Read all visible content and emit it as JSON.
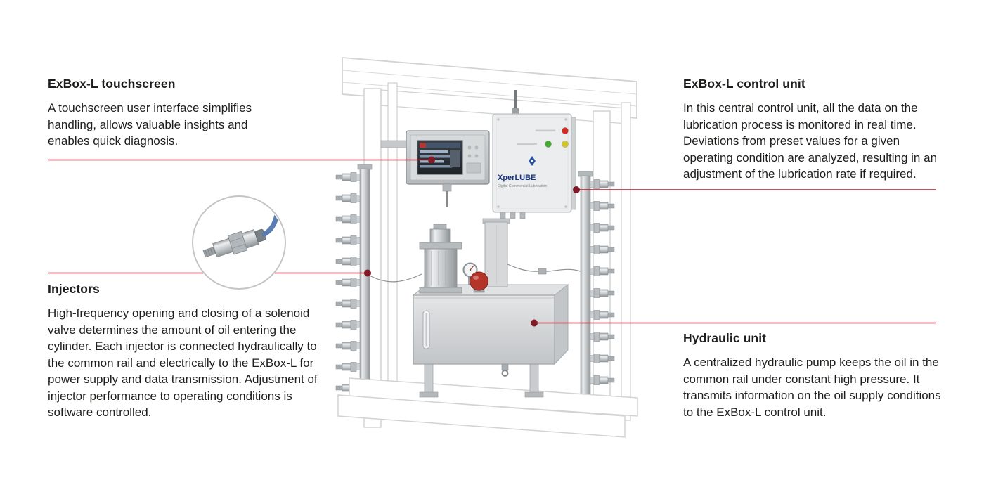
{
  "annotations": {
    "touchscreen": {
      "title": "ExBox-L touchscreen",
      "body": "A touchscreen user interface simplifies handling, allows valuable insights and enables quick diagnosis."
    },
    "control_unit": {
      "title": "ExBox-L control unit",
      "body": "In this central control unit, all the data on the lubrication process is monitored in real time. Deviations from preset values for a given operating condition are analyzed, resulting in an adjustment of the lubrication rate if required."
    },
    "injectors": {
      "title": "Injectors",
      "body": "High-frequency opening and closing of a solenoid valve determines the amount of oil entering the cylinder. Each injector is connected hydraulically to the common rail and electrically to the ExBox-L for power supply and data transmission. Adjustment of injector performance to operating conditions is software controlled."
    },
    "hydraulic_unit": {
      "title": "Hydraulic unit",
      "body": "A centralized hydraulic pump keeps the oil in the common rail under constant high pressure. It transmits information on the oil supply conditions to the ExBox-L control unit."
    }
  },
  "device": {
    "brand": "XperLUBE",
    "subtitle": "Digital Commercial Lubrication"
  },
  "colors": {
    "leader_line": "#9d1f2d",
    "leader_dot": "#7f1a26",
    "led_red": "#d22b1f",
    "led_green": "#3fae2a",
    "led_yellow": "#d2c71e",
    "dome_red": "#b5342a",
    "cable_blue": "#5b7db1"
  }
}
